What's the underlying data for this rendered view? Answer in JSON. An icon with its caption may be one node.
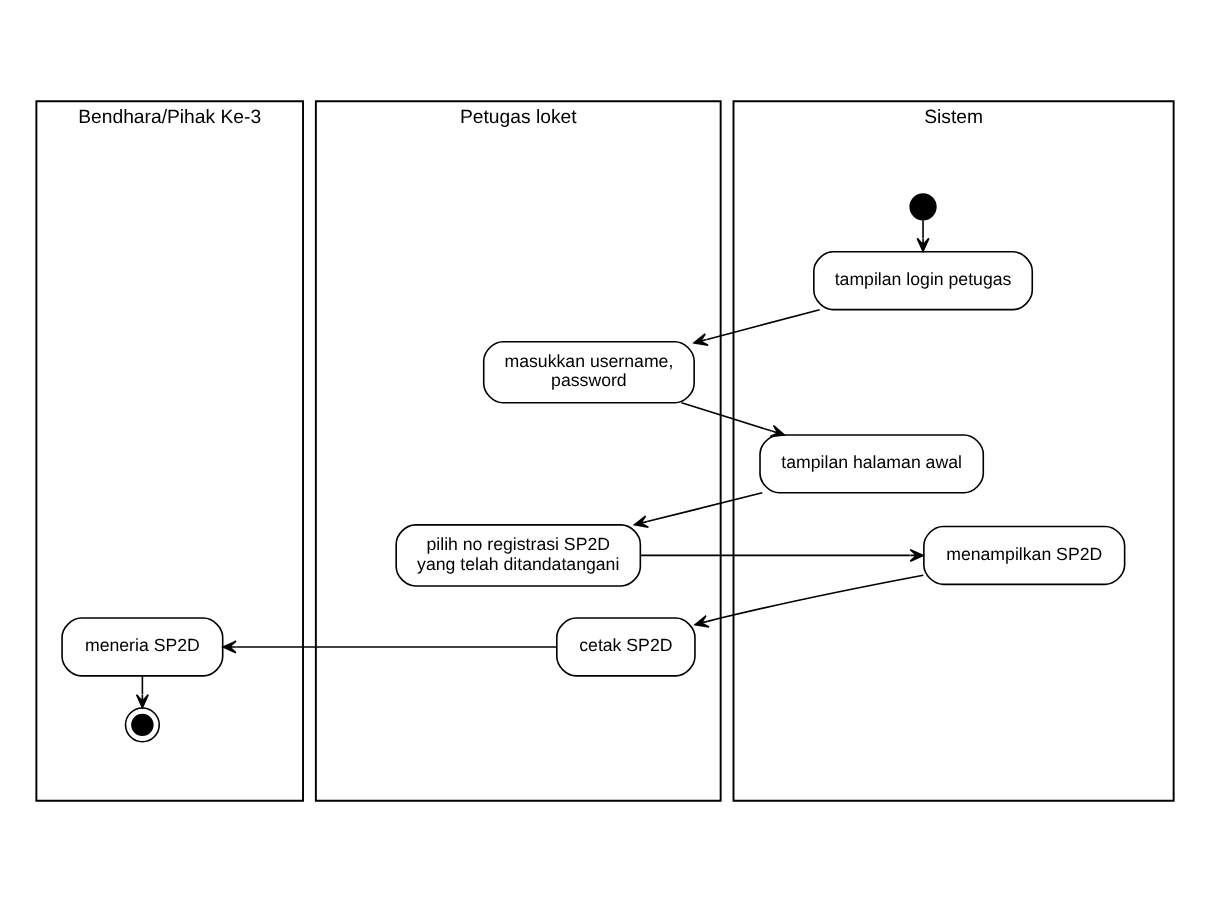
{
  "diagram": {
    "nodes": [
      {
        "text": [
          "Bendhara/Pihak Ke-3"
        ]
      },
      {
        "text": [
          "Petugas loket"
        ]
      },
      {
        "text": [
          "Sistem"
        ]
      },
      {
        "text": [],
        "shape": "circle",
        "in": 2
      },
      {
        "text": [
          "tampilan login petugas"
        ],
        "in": 2
      },
      {
        "text": [
          "masukkan username, password"
        ],
        "in": 1
      },
      {
        "text": [
          "tampilan halaman awal"
        ],
        "in": 2
      },
      {
        "text": [
          "pilih no registrasi SP2D yang telah ditandatangani"
        ],
        "in": 1
      },
      {
        "text": [
          "menampilkan SP2D"
        ],
        "in": 2
      },
      {
        "text": [
          "cetak SP2D"
        ],
        "in": 1
      },
      {
        "text": [
          "meneria SP2D"
        ],
        "in": 0
      },
      {
        "text": [],
        "shape": "circle",
        "in": 0
      }
    ],
    "edges": [
      {
        "from": 3,
        "to": 4,
        "arrow": "to"
      },
      {
        "from": 4,
        "to": 5,
        "arrow": "to"
      },
      {
        "from": 5,
        "to": 6,
        "arrow": "to"
      },
      {
        "from": 6,
        "to": 7,
        "arrow": "to"
      },
      {
        "from": 7,
        "to": 8,
        "arrow": "to"
      },
      {
        "from": 8,
        "to": 9,
        "arrow": "to"
      },
      {
        "from": 9,
        "to": 10,
        "arrow": "to"
      },
      {
        "from": 10,
        "to": 11,
        "arrow": "to"
      }
    ]
  }
}
